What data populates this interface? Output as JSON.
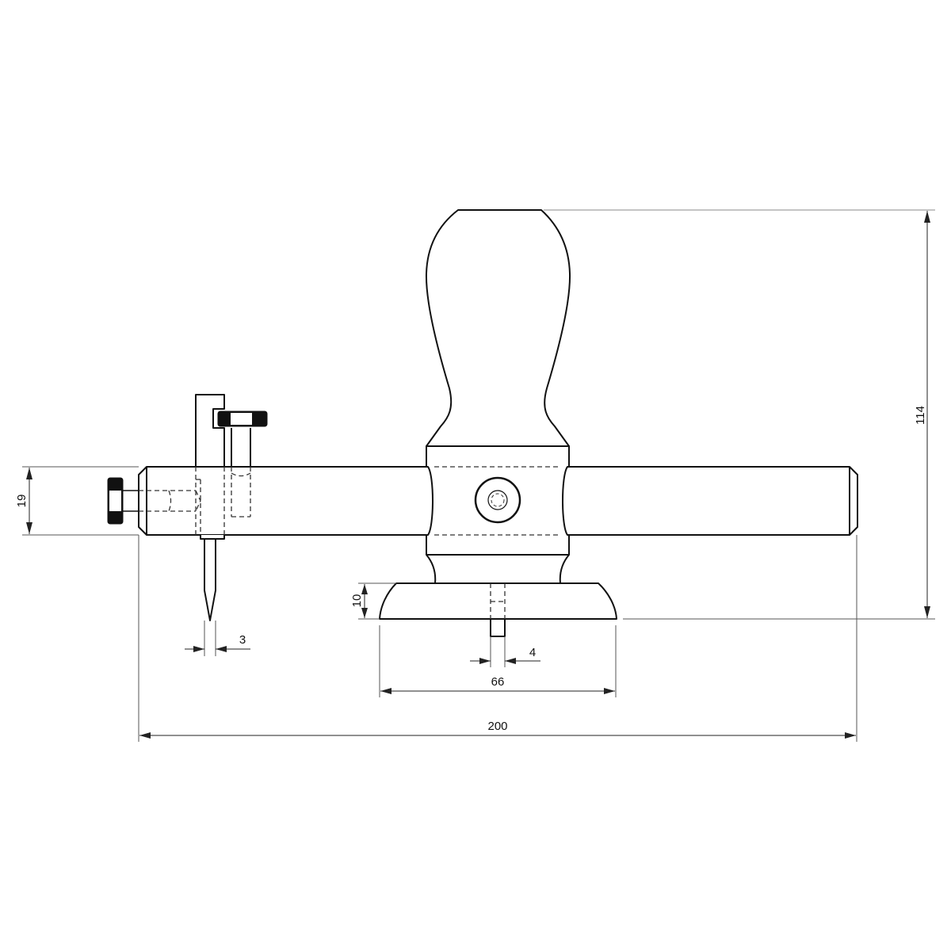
{
  "drawing": {
    "title": "Circle cutter tool – technical drawing",
    "colors": {
      "line": "#111111",
      "dimension": "#222222",
      "background": "#ffffff"
    },
    "parts": [
      "handle",
      "hub",
      "beam",
      "base-disc",
      "center-pin",
      "cutter-carriage",
      "cutter-needle",
      "end-thumbscrew",
      "carriage-thumbscrew",
      "hub-set-screw"
    ],
    "dimensions": {
      "overall_length": {
        "value": "200",
        "unit": "mm"
      },
      "overall_height": {
        "value": "114",
        "unit": "mm"
      },
      "beam_height": {
        "value": "19",
        "unit": "mm"
      },
      "base_height": {
        "value": "10",
        "unit": "mm"
      },
      "base_diameter": {
        "value": "66",
        "unit": "mm"
      },
      "pin_diameter": {
        "value": "4",
        "unit": "mm"
      },
      "needle_diameter": {
        "value": "3",
        "unit": "mm"
      }
    }
  }
}
